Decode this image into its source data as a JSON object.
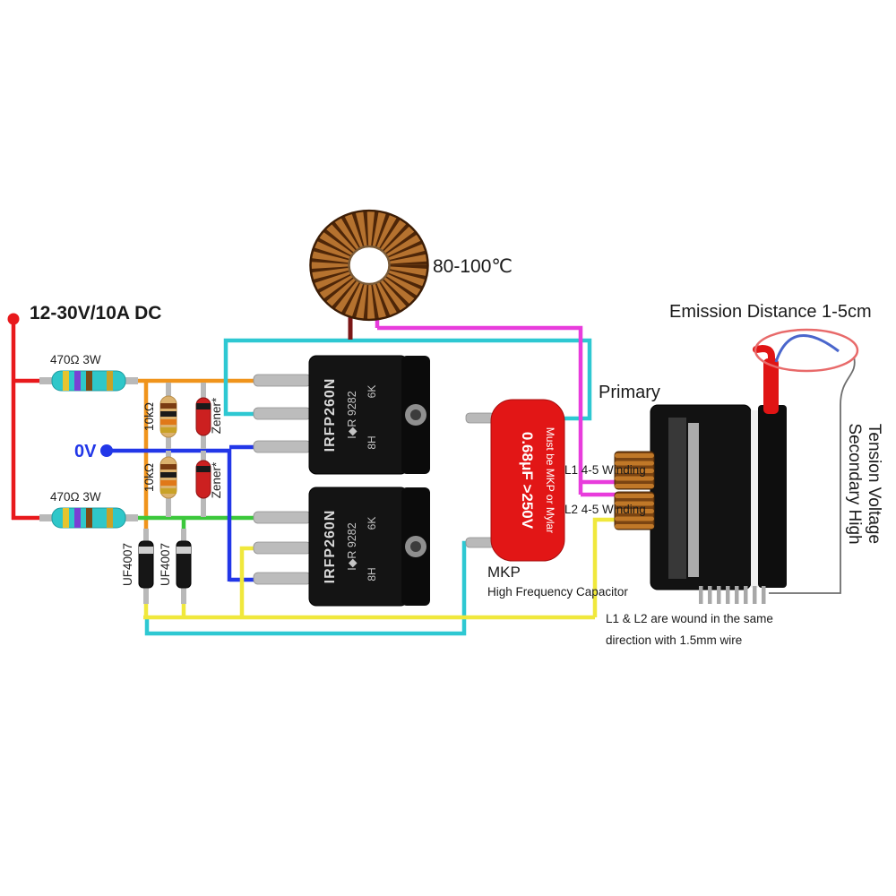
{
  "diagram": {
    "supply": "12-30V/10A DC",
    "temperature": "80-100℃",
    "emission": "Emission Distance 1-5cm",
    "primary": "Primary",
    "l1": "L1 4-5 Winding",
    "l2": "L2 4-5 Winding",
    "secondary1": "Secondary High",
    "secondary2": "Tension Voltage",
    "note1": "L1 & L2 are wound in the same",
    "note2": "direction with 1.5mm wire",
    "zero_volt": "0V",
    "resistor_470": "470Ω 3W",
    "resistor_10k": "10kΩ",
    "zener": "Zener*",
    "diode": "UF4007",
    "mosfet_part": "IRFP260N",
    "mosfet_logo": "I◆R  9282",
    "mosfet_code1": "6K",
    "mosfet_code2": "8H",
    "cap_value": "0.68μF  >250V",
    "cap_req": "Must be MKP or Mylar",
    "cap_name": "MKP",
    "cap_desc": "High Frequency Capacitor"
  },
  "colors": {
    "wire_red": "#e8191c",
    "wire_orange": "#f0941c",
    "wire_green": "#3cc83c",
    "wire_blue": "#2237e8",
    "wire_cyan": "#2ec8d2",
    "wire_yellow": "#f0e83c",
    "wire_magenta": "#e83cdc",
    "cap_red": "#e21616",
    "copper": "#b5722f",
    "body_black": "#141414"
  }
}
